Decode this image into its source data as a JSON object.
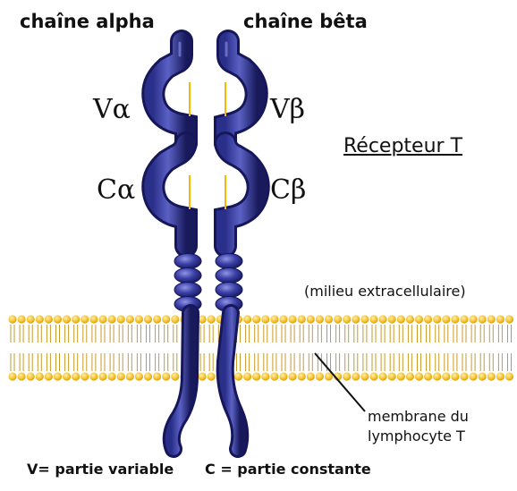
{
  "labels": {
    "chain_alpha": "chaîne alpha",
    "chain_beta": "chaîne bêta",
    "v_alpha": "Vα",
    "v_beta": "Vβ",
    "c_alpha": "Cα",
    "c_beta": "Cβ",
    "title": "Récepteur T",
    "extracellular": "(milieu extracellulaire)",
    "membrane_line1": "membrane du",
    "membrane_line2": "lymphocyte T",
    "legend_v": "V= partie variable",
    "legend_c": "C = partie constante"
  },
  "colors": {
    "chain_dark": "#1c1f6e",
    "chain_light": "#7d83d8",
    "lipid_head": "#f4c233",
    "disulfide": "#f2b807"
  }
}
